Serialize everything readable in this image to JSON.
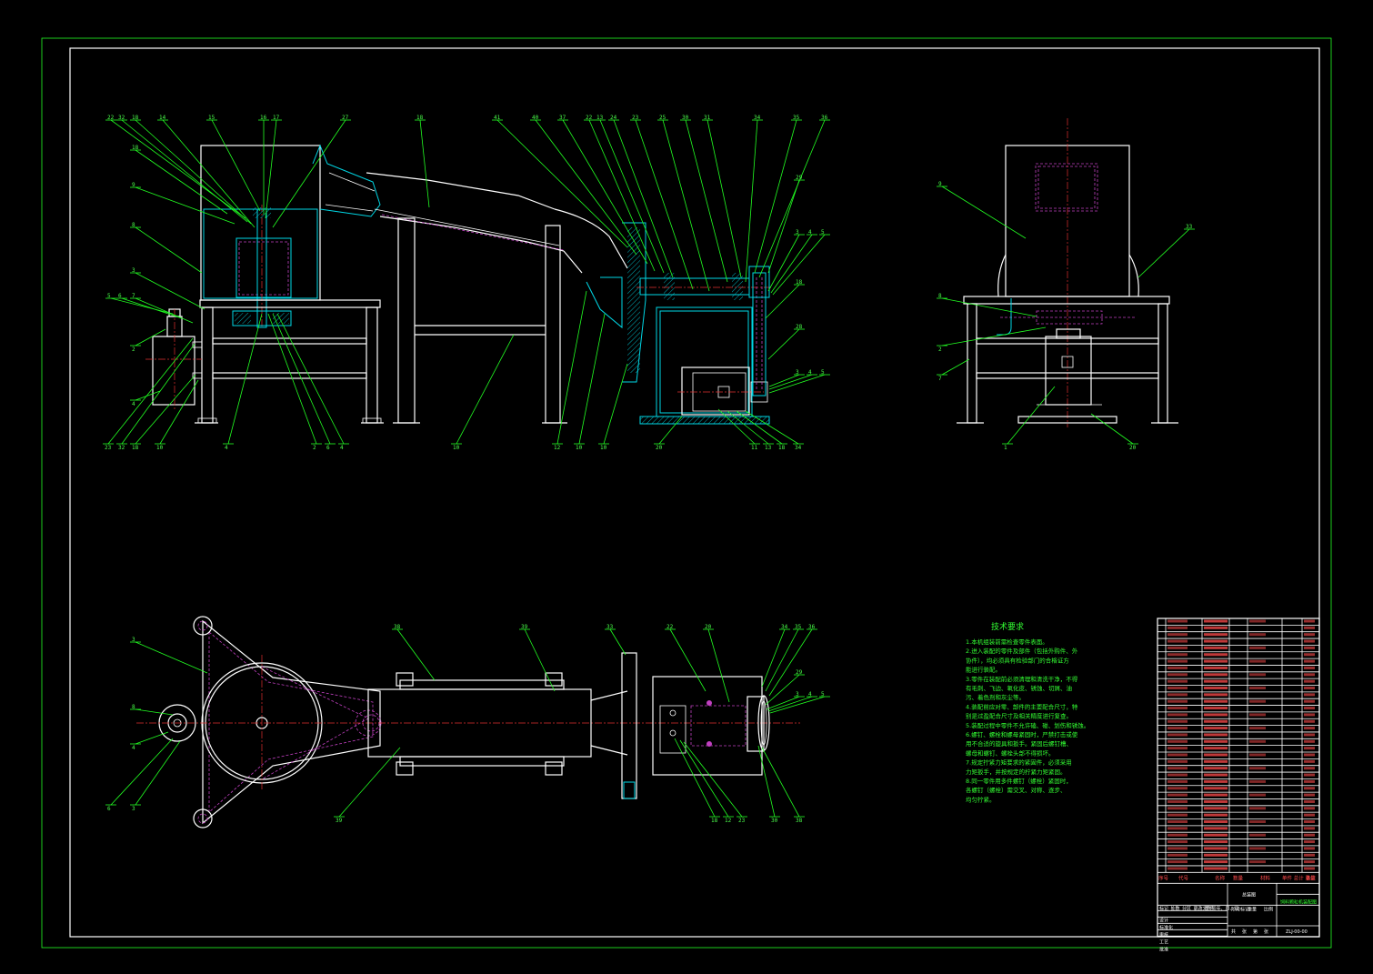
{
  "drawing": {
    "kind": "mechanical-assembly-cad",
    "background": "#000000",
    "colors": {
      "frame": "#22ff22",
      "outline": "#ffffff",
      "section": "#00d8e6",
      "hidden": "#c040c0",
      "centerline": "#e03030",
      "leader": "#22ff22"
    }
  },
  "front_view": {
    "top_labels": [
      "22",
      "32",
      "18",
      "14",
      "15",
      "16",
      "17",
      "27",
      "18",
      "41",
      "40",
      "37",
      "22",
      "13",
      "24",
      "23",
      "25",
      "30",
      "31",
      "34",
      "35",
      "36"
    ],
    "left_labels": [
      "18",
      "9",
      "8",
      "3",
      "5",
      "6",
      "7",
      "2",
      "4"
    ],
    "bottom_labels": [
      "23",
      "32",
      "18",
      "10",
      "4",
      "2",
      "6",
      "4",
      "10",
      "12",
      "10",
      "10",
      "20",
      "11",
      "13",
      "18",
      "34"
    ],
    "right_labels": [
      "29",
      "3",
      "4",
      "5",
      "18",
      "28",
      "3",
      "4",
      "5"
    ]
  },
  "side_view": {
    "labels": [
      "9",
      "8",
      "2",
      "7",
      "1",
      "20",
      "33"
    ]
  },
  "plan_view": {
    "labels": [
      "3",
      "8",
      "4",
      "6",
      "3",
      "38",
      "39",
      "33",
      "22",
      "20",
      "34",
      "35",
      "36",
      "29",
      "3",
      "4",
      "5",
      "39",
      "18",
      "12",
      "23",
      "30",
      "38"
    ]
  },
  "technical_notes": {
    "title": "技术要求",
    "lines": [
      "1.本机组装前需检查零件表面。",
      "2.进入装配的零件及部件（包括外购件、外",
      "  协件），均必须具有检验部门的合格证方",
      "  能进行装配。",
      "3.零件在装配前必须清理和清洗干净，不得",
      "  有毛刺、飞边、氧化皮、锈蚀、切屑、油",
      "  污、着色剂和灰尘等。",
      "4.装配前应对零、部件的主要配合尺寸，特",
      "  别是过盈配合尺寸及相关精度进行复查。",
      "5.装配过程中零件不允许磕、碰、划伤和锈蚀。",
      "6.螺钉、螺栓和螺母紧固时，严禁打击或使",
      "  用不合适的旋具和扳手。紧固后螺钉槽、",
      "  螺母和螺钉、螺栓头部不得损坏。",
      "7.规定拧紧力矩要求的紧固件，必须采用",
      "  力矩扳手，并按规定的拧紧力矩紧固。",
      "8.同一零件用多件螺钉（螺栓）紧固时，",
      "  各螺钉（螺栓）需交叉、对称、逐步、",
      "  均匀拧紧。"
    ]
  },
  "title_block": {
    "drawing_name": "总装图",
    "product_name": "饲料颗粒机装配图",
    "drawing_number": "ZLJ-00-00",
    "header": [
      "序号",
      "代号",
      "名称",
      "数量",
      "材料",
      "单件 总计 重量",
      "备注"
    ],
    "sign_rows": [
      "标记",
      "处数",
      "分区",
      "更改文件号",
      "签名",
      "年、月、日"
    ],
    "roles": [
      "设计",
      "标准化",
      "审核",
      "工艺",
      "批准"
    ],
    "stage_labels": [
      "阶段标记",
      "重量",
      "比例"
    ],
    "sheet": [
      "共",
      "张",
      "第",
      "张"
    ],
    "rows": 38
  }
}
